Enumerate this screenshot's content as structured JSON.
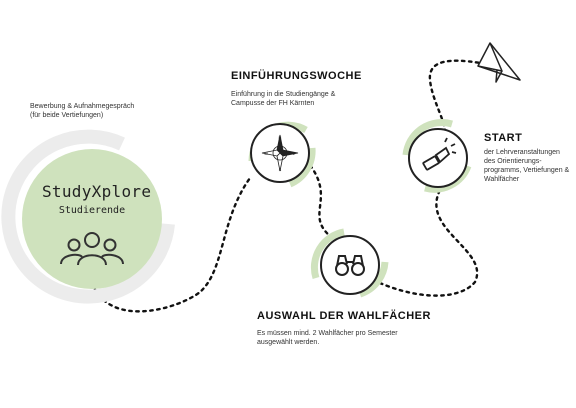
{
  "colors": {
    "green": "#cfe2bd",
    "light_gray": "#ececec",
    "dark": "#222222"
  },
  "main": {
    "title": "StudyXplore",
    "subtitle": "Studierende",
    "icon": "people-group-icon"
  },
  "intro": {
    "line1": "Bewerbung & Aufnahmegespräch",
    "line2": "(für beide Vertiefungen)"
  },
  "step_intro_week": {
    "heading": "EINFÜHRUNGSWOCHE",
    "line1": "Einführung in die Studiengänge &",
    "line2": "Campusse der FH Kärnten",
    "icon": "compass-icon"
  },
  "step_electives": {
    "heading": "AUSWAHL DER WAHLFÄCHER",
    "line1": "Es müssen mind. 2 Wahlfächer pro Semester",
    "line2": "ausgewählt werden.",
    "icon": "binoculars-icon"
  },
  "step_start": {
    "heading": "START",
    "line1": "der Lehrveranstaltungen",
    "line2": "des Orientierungs-",
    "line3": "programms, Vertiefungen &",
    "line4": "Wahlfächer",
    "icon": "flashlight-icon"
  },
  "end_icon": "paper-plane-icon"
}
